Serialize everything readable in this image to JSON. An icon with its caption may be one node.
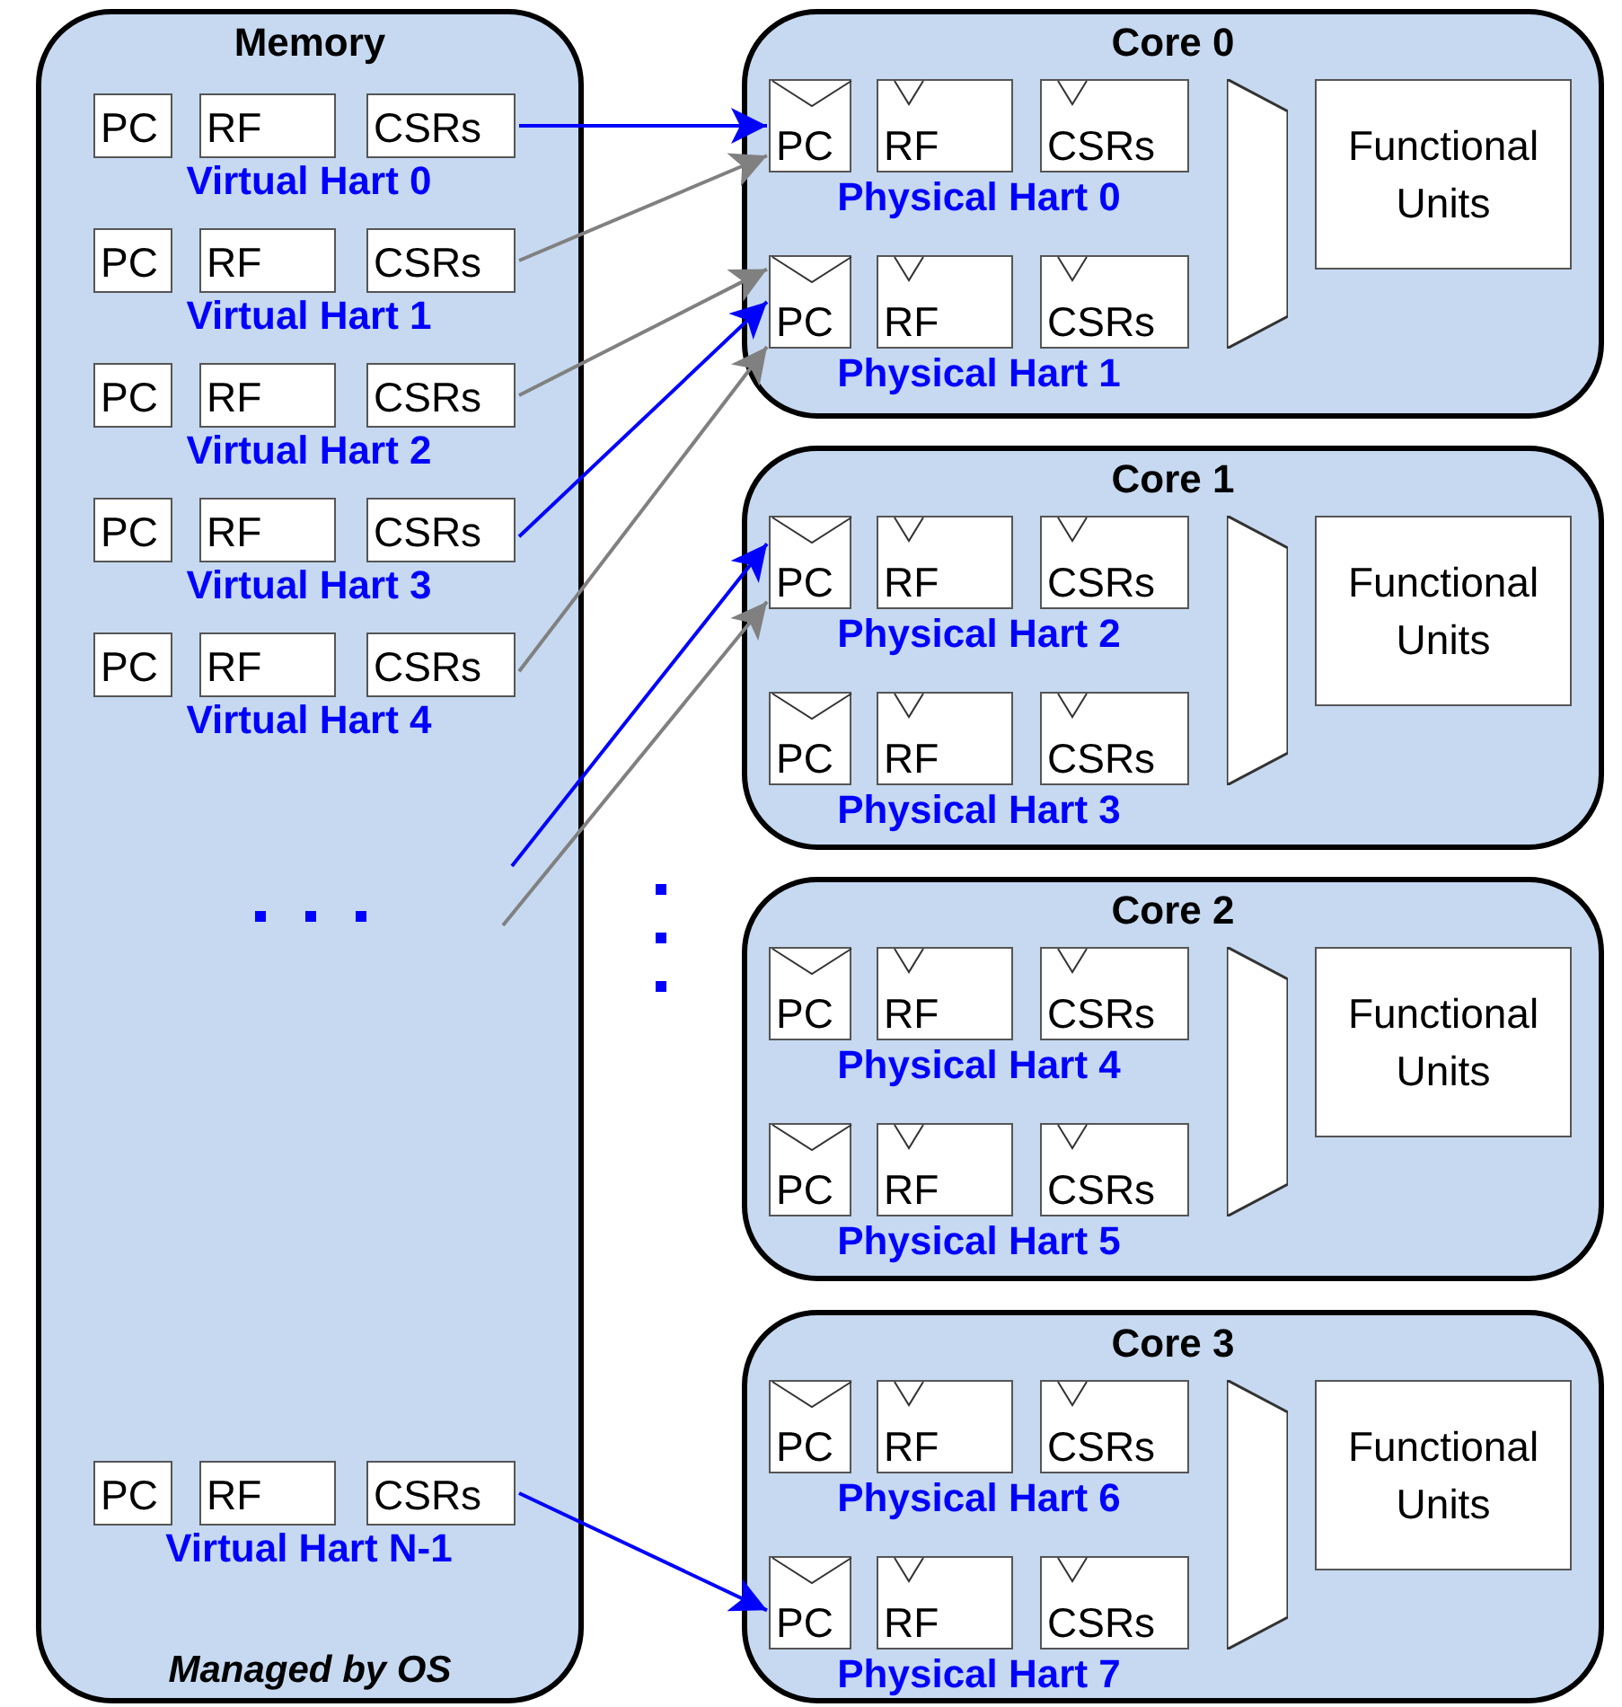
{
  "diagram": {
    "nodes": [
      {
        "text": [
          "Memory",
          "Managed by OS"
        ]
      },
      {
        "text": [
          "PC"
        ],
        "in": 0
      },
      {
        "text": [
          "RF"
        ],
        "in": 0
      },
      {
        "text": [
          "CSRs"
        ],
        "in": 0
      },
      {
        "text": [
          "PC"
        ],
        "in": 0
      },
      {
        "text": [
          "RF"
        ],
        "in": 0
      },
      {
        "text": [
          "CSRs"
        ],
        "in": 0
      },
      {
        "text": [
          "PC"
        ],
        "in": 0
      },
      {
        "text": [
          "RF"
        ],
        "in": 0
      },
      {
        "text": [
          "CSRs"
        ],
        "in": 0
      },
      {
        "text": [
          "PC"
        ],
        "in": 0
      },
      {
        "text": [
          "RF"
        ],
        "in": 0
      },
      {
        "text": [
          "CSRs"
        ],
        "in": 0
      },
      {
        "text": [
          "PC"
        ],
        "in": 0
      },
      {
        "text": [
          "RF"
        ],
        "in": 0
      },
      {
        "text": [
          "CSRs"
        ],
        "in": 0
      },
      {
        "text": [
          "PC"
        ],
        "in": 0
      },
      {
        "text": [
          "RF"
        ],
        "in": 0
      },
      {
        "text": [
          "CSRs"
        ],
        "in": 0
      },
      {
        "text": [
          "Core 0"
        ]
      },
      {
        "text": [
          "PC"
        ],
        "in": 19
      },
      {
        "text": [
          "RF"
        ],
        "in": 19
      },
      {
        "text": [
          "CSRs"
        ],
        "in": 19
      },
      {
        "text": [],
        "shape": "trapezoid",
        "in": 19
      },
      {
        "text": [
          "Functional Units"
        ],
        "in": 19
      },
      {
        "text": [
          "PC"
        ],
        "in": 19
      },
      {
        "text": [
          "RF"
        ],
        "in": 19
      },
      {
        "text": [
          "CSRs"
        ],
        "in": 19
      },
      {
        "text": [
          "Core 1"
        ]
      },
      {
        "text": [
          "PC"
        ],
        "in": 28
      },
      {
        "text": [
          "RF"
        ],
        "in": 28
      },
      {
        "text": [
          "CSRs"
        ],
        "in": 28
      },
      {
        "text": [],
        "shape": "trapezoid",
        "in": 28
      },
      {
        "text": [
          "Functional Units"
        ],
        "in": 28
      },
      {
        "text": [
          "PC"
        ],
        "in": 28
      },
      {
        "text": [
          "RF"
        ],
        "in": 28
      },
      {
        "text": [
          "CSRs"
        ],
        "in": 28
      },
      {
        "text": [
          "Core 2"
        ]
      },
      {
        "text": [
          "PC"
        ],
        "in": 37
      },
      {
        "text": [
          "RF"
        ],
        "in": 37
      },
      {
        "text": [
          "CSRs"
        ],
        "in": 37
      },
      {
        "text": [],
        "shape": "trapezoid",
        "in": 37
      },
      {
        "text": [
          "Functional Units"
        ],
        "in": 37
      },
      {
        "text": [
          "PC"
        ],
        "in": 37
      },
      {
        "text": [
          "RF"
        ],
        "in": 37
      },
      {
        "text": [
          "CSRs"
        ],
        "in": 37
      },
      {
        "text": [
          "Core 3"
        ]
      },
      {
        "text": [
          "PC"
        ],
        "in": 46
      },
      {
        "text": [
          "RF"
        ],
        "in": 46
      },
      {
        "text": [
          "CSRs"
        ],
        "in": 46
      },
      {
        "text": [],
        "shape": "trapezoid",
        "in": 46
      },
      {
        "text": [
          "Functional Units"
        ],
        "in": 46
      },
      {
        "text": [
          "PC"
        ],
        "in": 46
      },
      {
        "text": [
          "RF"
        ],
        "in": 46
      },
      {
        "text": [
          "CSRs"
        ],
        "in": 46
      }
    ],
    "edges": [
      {
        "from": 3,
        "to": 20,
        "arrow": "to",
        "color": "#0000ff"
      },
      {
        "from": 6,
        "to": 20,
        "arrow": "to",
        "color": "#808080"
      },
      {
        "from": 9,
        "to": 25,
        "arrow": "to",
        "color": "#808080"
      },
      {
        "from": 12,
        "to": 25,
        "arrow": "to",
        "color": "#0000ff"
      },
      {
        "from": 15,
        "to": 25,
        "arrow": "to",
        "color": "#808080"
      },
      {
        "from": null,
        "to": 29,
        "arrow": "to",
        "color": "#0000ff"
      },
      {
        "from": null,
        "to": 29,
        "arrow": "to",
        "color": "#808080"
      },
      {
        "from": 18,
        "to": 52,
        "arrow": "to",
        "color": "#0000ff"
      }
    ],
    "labels": [
      "Virtual Hart 0",
      "Virtual Hart 1",
      "Virtual Hart 2",
      "Virtual Hart 3",
      "Virtual Hart 4",
      "Virtual Hart N-1",
      "Physical Hart 0",
      "Physical Hart 1",
      "Physical Hart 2",
      "Physical Hart 3",
      "Physical Hart 4",
      "Physical Hart 5",
      "Physical Hart 6",
      "Physical Hart 7"
    ]
  }
}
